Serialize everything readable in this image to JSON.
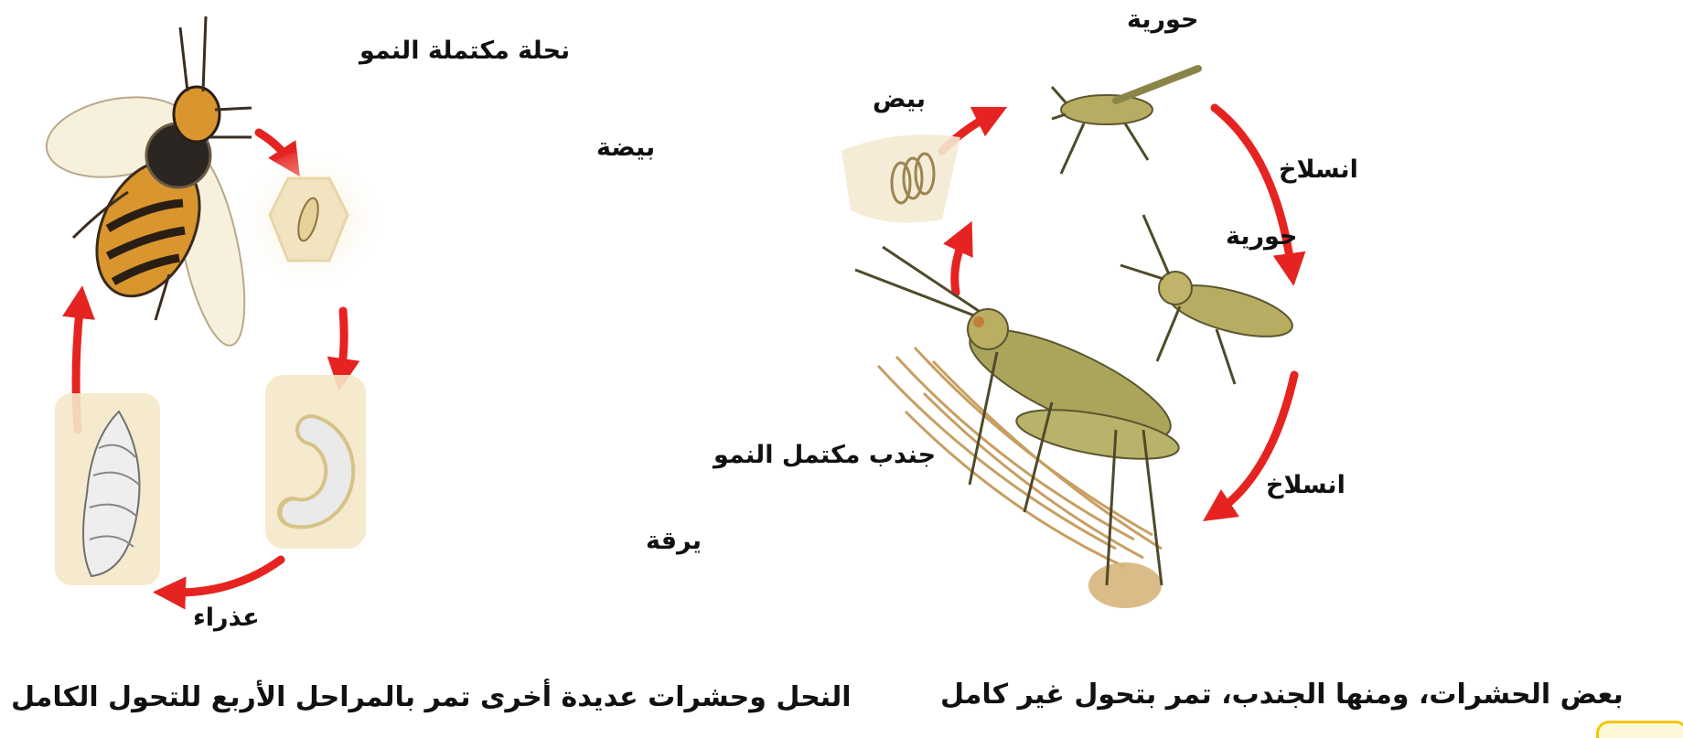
{
  "diagrams": {
    "complete_metamorphosis": {
      "caption": "النحل وحشرات عديدة أخرى تمر بالمراحل الأربع للتحول الكامل",
      "stages": [
        {
          "label": "نحلة مكتملة النمو",
          "meaning": "adult bee"
        },
        {
          "label": "بيضة",
          "meaning": "egg"
        },
        {
          "label": "يرقة",
          "meaning": "larva"
        },
        {
          "label": "عذراء",
          "meaning": "pupa"
        }
      ],
      "arrow_color": "#e52421"
    },
    "incomplete_metamorphosis": {
      "caption": "بعض الحشرات، ومنها الجندب، تمر بتحول غير كامل",
      "stages": [
        {
          "label": "بيض",
          "meaning": "eggs"
        },
        {
          "label": "حورية",
          "meaning": "nymph"
        },
        {
          "label": "انسلاخ",
          "meaning": "molting"
        },
        {
          "label": "حورية",
          "meaning": "nymph"
        },
        {
          "label": "انسلاخ",
          "meaning": "molting"
        },
        {
          "label": "جندب مكتمل النمو",
          "meaning": "adult grasshopper"
        }
      ],
      "arrow_color": "#e52421"
    }
  },
  "colors": {
    "arrow": "#e52421",
    "cell_beige": "#f1e3bd",
    "bee_amber": "#d9962f",
    "grasshopper_green": "#a9a45a",
    "badge_yellow": "#f6c400"
  }
}
